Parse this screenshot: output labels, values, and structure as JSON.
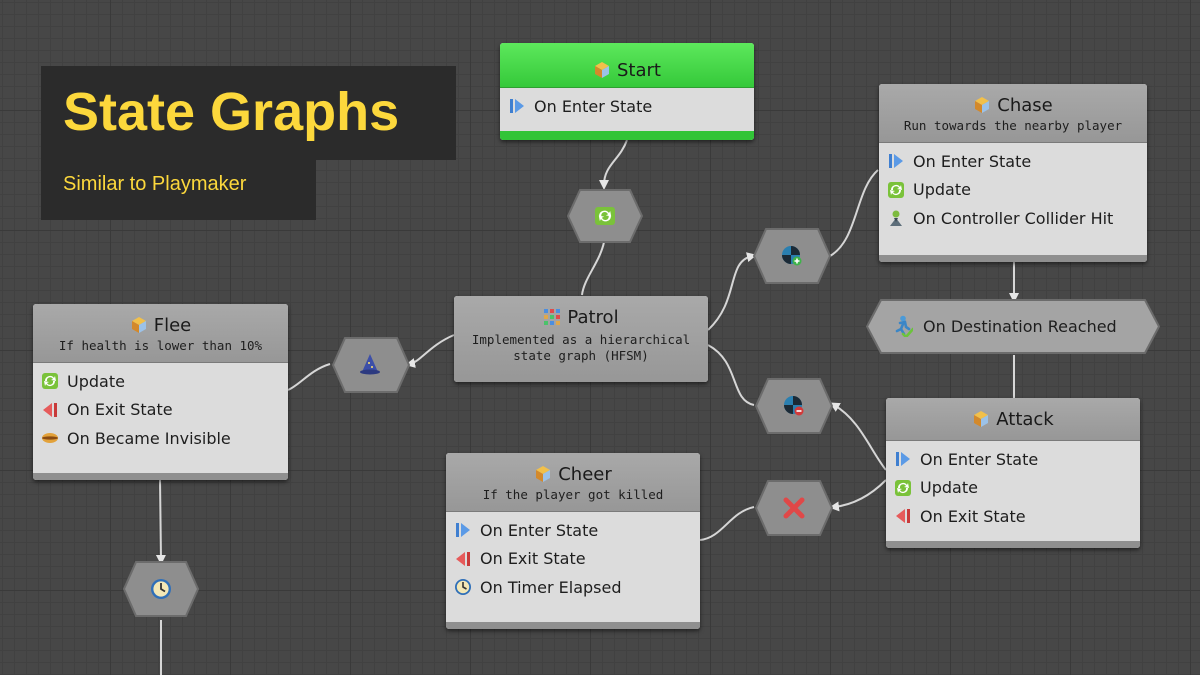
{
  "banner": {
    "title": "State Graphs",
    "subtitle": "Similar to Playmaker"
  },
  "nodes": {
    "start": {
      "name": "Start",
      "rows": [
        {
          "label": "On Enter State",
          "icon": "enter-icon"
        }
      ]
    },
    "chase": {
      "name": "Chase",
      "desc": "Run towards the nearby player",
      "rows": [
        {
          "label": "On Enter State",
          "icon": "enter-icon"
        },
        {
          "label": "Update",
          "icon": "update-icon"
        },
        {
          "label": "On Controller Collider Hit",
          "icon": "collider-hit-icon"
        }
      ]
    },
    "patrol": {
      "name": "Patrol",
      "desc": "Implemented as a hierarchical state graph (HFSM)"
    },
    "flee": {
      "name": "Flee",
      "desc": "If health is lower than 10%",
      "rows": [
        {
          "label": "Update",
          "icon": "update-icon"
        },
        {
          "label": "On Exit State",
          "icon": "exit-icon"
        },
        {
          "label": "On Became Invisible",
          "icon": "invisible-icon"
        }
      ]
    },
    "attack": {
      "name": "Attack",
      "rows": [
        {
          "label": "On Enter State",
          "icon": "enter-icon"
        },
        {
          "label": "Update",
          "icon": "update-icon"
        },
        {
          "label": "On Exit State",
          "icon": "exit-icon"
        }
      ]
    },
    "cheer": {
      "name": "Cheer",
      "desc": "If the player got killed",
      "rows": [
        {
          "label": "On Enter State",
          "icon": "enter-icon"
        },
        {
          "label": "On Exit State",
          "icon": "exit-icon"
        },
        {
          "label": "On Timer Elapsed",
          "icon": "timer-icon"
        }
      ]
    }
  },
  "transitions": {
    "destination": {
      "label": "On Destination Reached"
    }
  },
  "colors": {
    "accent": "#fcd83c",
    "start_green": "#42d645",
    "canvas": "#474747",
    "node_body": "#dcdcdc"
  }
}
